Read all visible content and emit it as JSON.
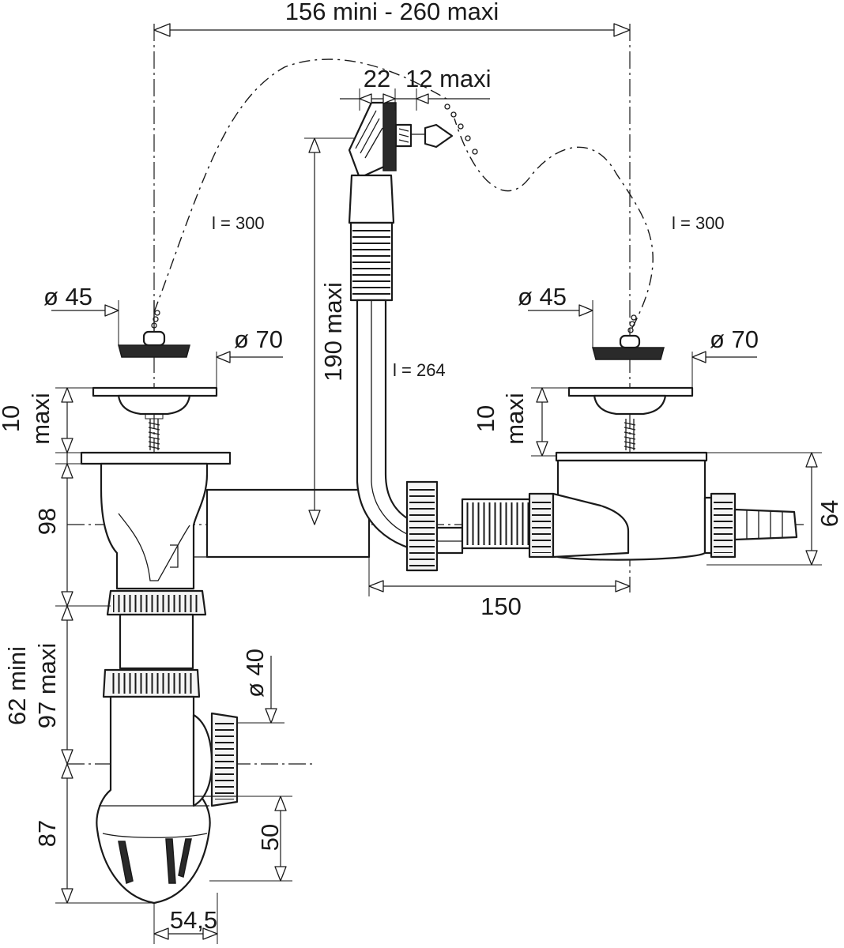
{
  "dimensions": {
    "top_span": "156 mini - 260 maxi",
    "overflow_width": "22",
    "overflow_clearance": "12 maxi",
    "overflow_height": "190 maxi",
    "chain_left": "l = 300",
    "chain_right": "l = 300",
    "hose_length": "l = 264",
    "plug_left_dia": "ø 45",
    "plug_right_dia": "ø 45",
    "strainer_left_dia": "ø 70",
    "strainer_right_dia": "ø 70",
    "bowl_left_height_a": "10",
    "bowl_left_height_b": "maxi",
    "bowl_right_height_a": "10",
    "bowl_right_height_b": "maxi",
    "body_height": "98",
    "connector_height": "64",
    "connector_length": "150",
    "trap_adjust_a": "62 mini",
    "trap_adjust_b": "97 maxi",
    "outlet_dia": "ø 40",
    "trap_height": "87",
    "outlet_height": "50",
    "trap_offset": "54,5"
  }
}
